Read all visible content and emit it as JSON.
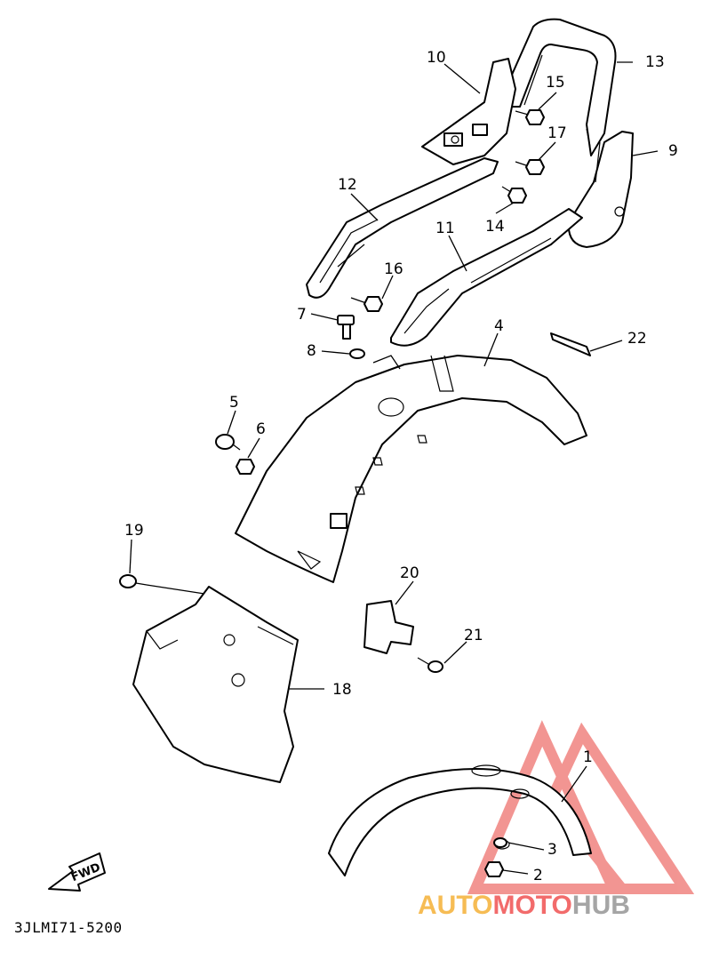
{
  "diagram_code": "3JLMI71-5200",
  "direction_label": "FWD",
  "callouts": [
    "1",
    "2",
    "3",
    "4",
    "5",
    "6",
    "7",
    "8",
    "9",
    "10",
    "11",
    "12",
    "13",
    "14",
    "15",
    "16",
    "17",
    "18",
    "19",
    "20",
    "21",
    "22"
  ],
  "watermark": {
    "part1": "AUTO",
    "part2": "MOTO",
    "part3": "HUB"
  },
  "colors": {
    "auto": "#f4a61b",
    "moto": "#ee3a3a",
    "hub": "#888888",
    "triangle": "#e8403a"
  }
}
